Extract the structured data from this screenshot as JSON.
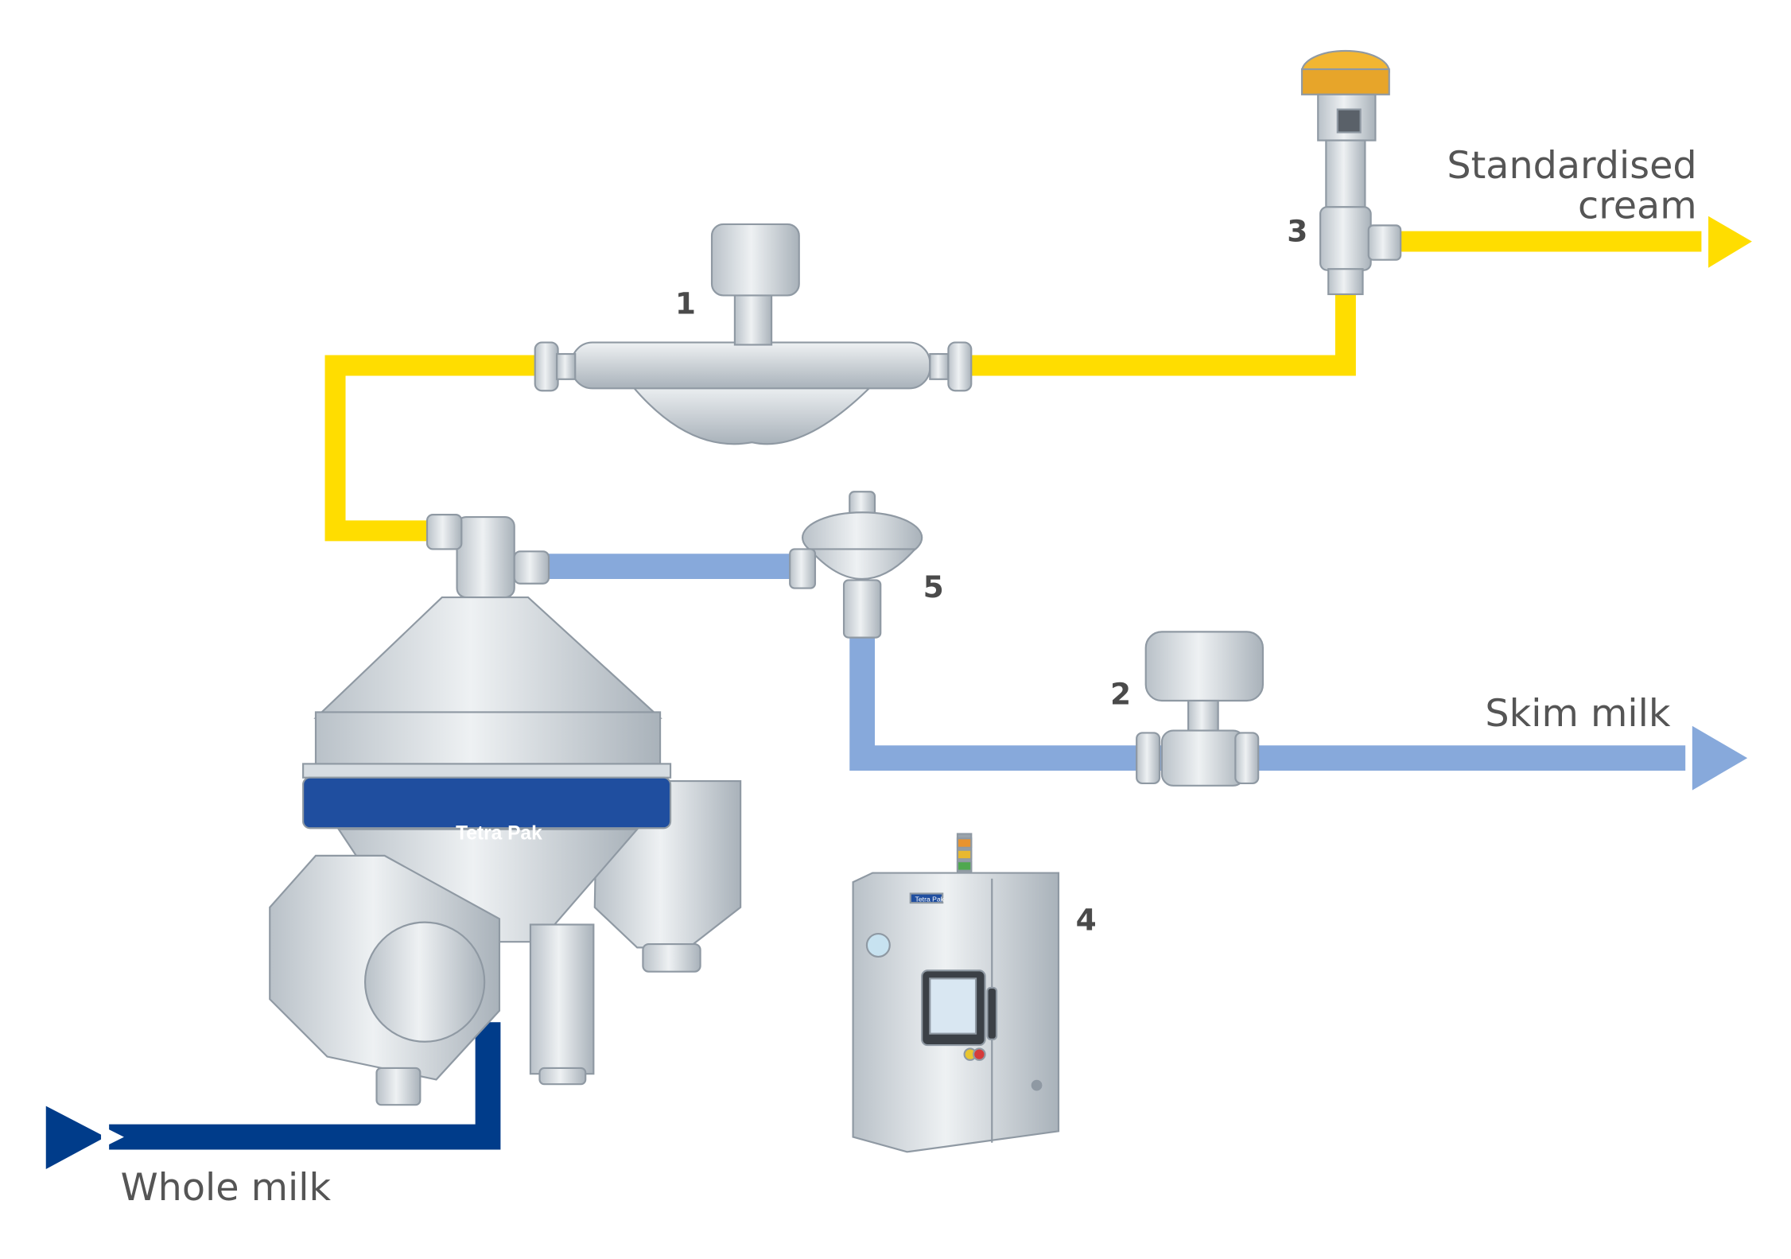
{
  "colors": {
    "cream": "#FFDD00",
    "skim": "#87A9DB",
    "whole": "#003C8A",
    "steel": "#C9D0D6"
  },
  "labels": {
    "standardised_line1": "Standardised",
    "standardised_line2": "cream",
    "skim_milk": "Skim milk",
    "whole_milk": "Whole milk"
  },
  "components": [
    {
      "number": "1",
      "icon": "mass-flowmeter-icon"
    },
    {
      "number": "2",
      "icon": "magnetic-flowmeter-icon"
    },
    {
      "number": "3",
      "icon": "control-valve-icon"
    },
    {
      "number": "4",
      "icon": "control-cabinet-icon"
    },
    {
      "number": "5",
      "icon": "constant-pressure-valve-icon"
    }
  ],
  "separator_brand": "Tetra Pak",
  "cabinet_brand": "Tetra Pak"
}
